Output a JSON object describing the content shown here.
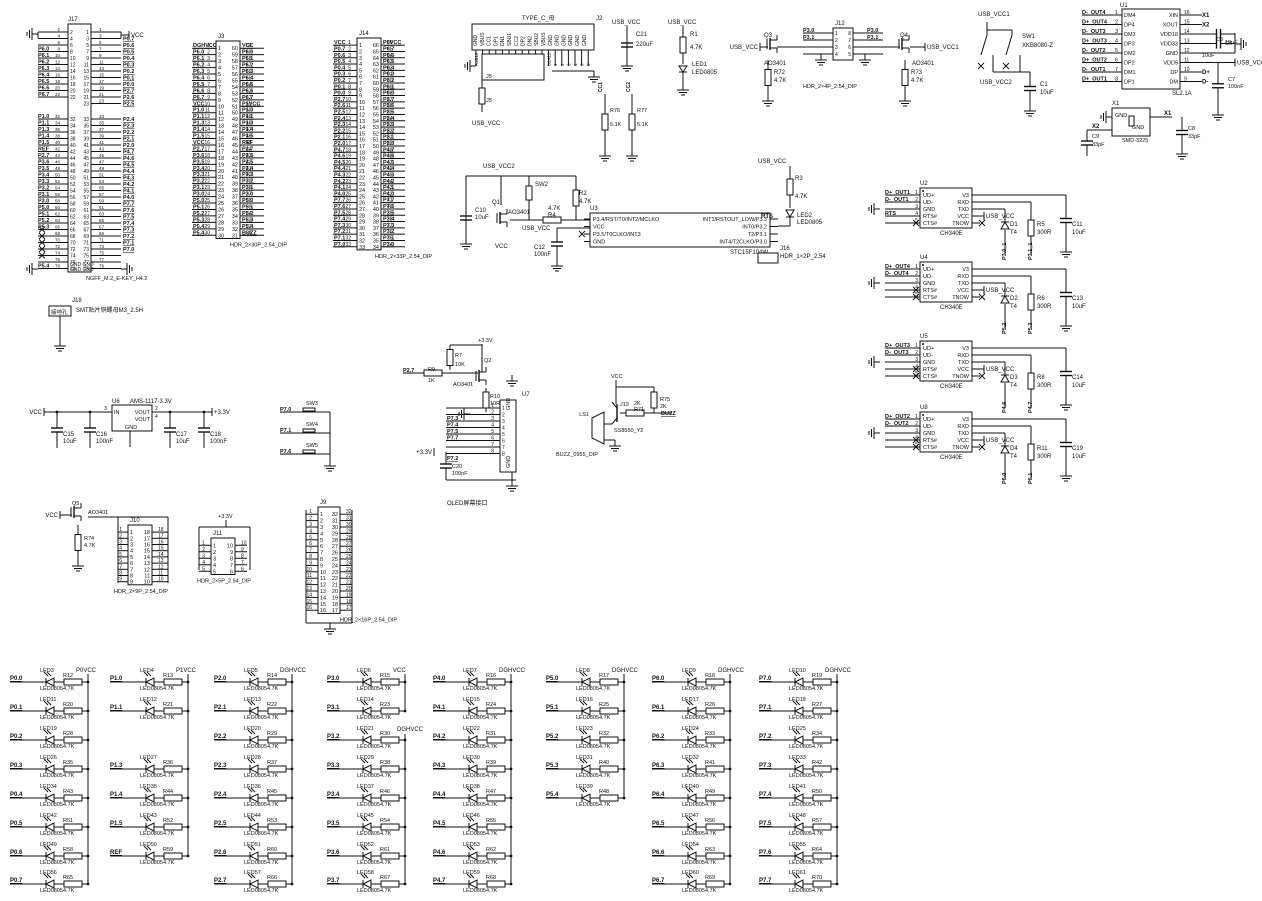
{
  "schematic": {
    "j17": {
      "ref": "J17",
      "footprint": "NGFF_M.2_E-KEY_H4.2",
      "left_nets": [
        "P6.0",
        "P6.1",
        "P6.2",
        "P6.3",
        "P6.4",
        "P6.5",
        "P6.6",
        "P6.7",
        "P1.0",
        "P1.1",
        "P1.3",
        "P1.4",
        "P1.5",
        "REF",
        "P2.7",
        "P3.6",
        "P3.5",
        "P3.4",
        "P3.3",
        "P3.2",
        "P3.1",
        "P3.0",
        "P5.0",
        "P5.1",
        "P5.2",
        "P5.3",
        "P5.4"
      ],
      "left_pins": [
        "2",
        "4",
        "6",
        "8",
        "10",
        "12",
        "14",
        "16",
        "18",
        "20",
        "22",
        "32",
        "34",
        "36",
        "38",
        "40",
        "42",
        "44",
        "46",
        "48",
        "50",
        "52",
        "54",
        "56",
        "58",
        "60",
        "62",
        "64",
        "66",
        "68",
        "70",
        "72",
        "74",
        "76",
        "78"
      ],
      "right_nets": [
        "VCC",
        "P0.7",
        "P0.6",
        "P0.5",
        "P0.4",
        "P0.3",
        "P0.2",
        "P0.1",
        "P0.0",
        "P2.7",
        "P2.6",
        "P2.5",
        "P2.4",
        "P2.3",
        "P2.2",
        "P2.1",
        "P2.0",
        "P4.7",
        "P4.6",
        "P4.5",
        "P4.4",
        "P4.3",
        "P4.2",
        "P4.1",
        "P4.0",
        "P7.7",
        "P7.6",
        "P7.5",
        "P7.4",
        "P7.3",
        "P7.2",
        "P7.1",
        "P7.0"
      ],
      "right_pins": [
        "1",
        "3",
        "5",
        "7",
        "9",
        "11",
        "13",
        "15",
        "17",
        "19",
        "21",
        "23",
        "33",
        "35",
        "37",
        "39",
        "41",
        "43",
        "45",
        "47",
        "49",
        "51",
        "53",
        "55",
        "57",
        "59",
        "61",
        "63",
        "65",
        "67",
        "69",
        "71",
        "73",
        "75",
        "77",
        "79"
      ],
      "gnd_label": "GND"
    },
    "j3": {
      "ref": "J3",
      "footprint": "HDR_2×30P_2.54_DIP",
      "left_nets": [
        "DGHVCC",
        "P6.0",
        "P6.1",
        "P6.2",
        "P6.3",
        "P6.4",
        "P6.5",
        "P6.6",
        "P6.7",
        "VCC",
        "P1.0",
        "P1.1",
        "P1.3",
        "P1.4",
        "P1.5",
        "VCC",
        "P2.7",
        "P3.6",
        "P3.5",
        "P3.4",
        "P3.3",
        "P3.2",
        "P3.1",
        "P3.0",
        "P5.0",
        "P5.1",
        "P5.2",
        "P5.3",
        "P5.4",
        "P5.4"
      ],
      "right_nets": [
        "VCC",
        "P6.0",
        "P6.1",
        "P6.2",
        "P6.3",
        "P6.4",
        "P6.5",
        "P6.6",
        "P6.7",
        "P1VCC",
        "P1.0",
        "P1.1",
        "P1.3",
        "P1.4",
        "P1.5",
        "REF",
        "P2.7",
        "P3.6",
        "P3.5",
        "P3.4",
        "P3.3",
        "P3.2",
        "P3.1",
        "P3.0",
        "P5.0",
        "P5.1",
        "P5.2",
        "P5.3",
        "P5.4",
        "BUZZ"
      ]
    },
    "j14": {
      "ref": "J14",
      "footprint": "HDR_2×33P_2.54_DIP",
      "left_nets": [
        "VCC",
        "P0.7",
        "P0.6",
        "P0.5",
        "P0.4",
        "P0.3",
        "P0.2",
        "P0.1",
        "P0.0",
        "P2.7",
        "P2.6",
        "P2.5",
        "P2.4",
        "P2.3",
        "P2.2",
        "P2.1",
        "P2.0",
        "P4.7",
        "P4.6",
        "P4.5",
        "P4.4",
        "P4.3",
        "P4.2",
        "P4.1",
        "P4.0",
        "P7.7",
        "P7.6",
        "P7.5",
        "P7.4",
        "P7.3",
        "P7.2",
        "P7.1",
        "P7.0"
      ],
      "right_nets": [
        "P0VCC",
        "P0.7",
        "P0.6",
        "P0.5",
        "P0.4",
        "P0.3",
        "P0.2",
        "P0.1",
        "P0.0",
        "P2.7",
        "P2.6",
        "P2.5",
        "P2.4",
        "P2.3",
        "P2.2",
        "P2.1",
        "P2.0",
        "P4.7",
        "P4.6",
        "P4.5",
        "P4.4",
        "P4.3",
        "P4.2",
        "P4.1",
        "P4.0",
        "P7.7",
        "P7.6",
        "P7.5",
        "P7.4",
        "P7.3",
        "P7.2",
        "P7.1",
        "P7.0"
      ]
    },
    "usb_c": {
      "ref": "J2",
      "title": "TYPE_C_母",
      "pins_top": [
        "GND",
        "VBUS",
        "CC1",
        "DP1",
        "DN1",
        "SBU1",
        "CC2",
        "DP2",
        "DN2",
        "SBU2",
        "VBUS",
        "GND",
        "GND",
        "GND",
        "GND",
        "GND",
        "GND"
      ],
      "pins_bottom": [
        "A1B12",
        "A4B9",
        "A5",
        "A6",
        "A7",
        "A8",
        "B4A9",
        "B5",
        "B6",
        "B7",
        "B8",
        "B1A12",
        "1",
        "2",
        "3",
        "4",
        "5",
        "6"
      ],
      "j5": "J5",
      "usb_vcc": "USB_VCC",
      "cc1": "CC1",
      "cc2": "CC2",
      "r76": {
        "ref": "R76",
        "value": "5.1K"
      },
      "r77": {
        "ref": "R77",
        "value": "5.1K"
      }
    },
    "c21": {
      "ref": "C21",
      "value": "220uF",
      "net": "USB_VCC"
    },
    "led1_block": {
      "net": "USB_VCC",
      "r1": {
        "ref": "R1",
        "value": "4.7K"
      },
      "led": {
        "ref": "LED1",
        "value": "LED0805"
      }
    },
    "j12_block": {
      "left_vcc": "USB_VCC",
      "right_vcc": "USB_VCC1",
      "q3": {
        "ref": "Q3",
        "value": "AO3401"
      },
      "q4": {
        "ref": "Q4",
        "value": "AO3401"
      },
      "r72": {
        "ref": "R72",
        "value": "4.7K"
      },
      "r73": {
        "ref": "R73",
        "value": "4.7K"
      },
      "j12": {
        "ref": "J12",
        "footprint": "HDR_2×4P_2.54_DIP",
        "left_nets": [
          "P3.0",
          "P3.1"
        ],
        "right_nets": [
          "P3.0",
          "P3.1"
        ]
      }
    },
    "sw1_block": {
      "vcc1": "USB_VCC1",
      "vcc2": "USB_VCC2",
      "sw": {
        "ref": "SW1",
        "value": "XKB8080-Z"
      },
      "c1": {
        "ref": "C1",
        "value": "10uF"
      }
    },
    "u1": {
      "ref": "U1",
      "part": "SL2.1A",
      "left_nets": [
        "D-_OUT4",
        "D+_OUT4",
        "D-_OUT3",
        "D+_OUT3",
        "D-_OUT2",
        "D+_OUT2",
        "D-_OUT1",
        "D+_OUT1"
      ],
      "left_pins": [
        "DM4",
        "DP4",
        "DM3",
        "DP3",
        "DM2",
        "DP2",
        "DM1",
        "DP1"
      ],
      "right_pins": [
        "XIN",
        "XOUT",
        "VDD18",
        "VDD33",
        "GND",
        "VDD5",
        "DP",
        "DM"
      ],
      "right_nums": [
        "16",
        "15",
        "14",
        "13",
        "12",
        "11",
        "10",
        "9"
      ],
      "right_nets": [
        "X1",
        "X2",
        "",
        "",
        "",
        "USB_VCC",
        "D+",
        "D-"
      ],
      "c5": {
        "ref": "C5",
        "value": "10uF"
      },
      "c6": {
        "ref": "C6",
        "value": "10uF"
      },
      "c7": {
        "ref": "C7",
        "value": "100nF"
      }
    },
    "x1": {
      "ref": "X1",
      "part": "SMD-3225",
      "pin_labels": [
        "GND",
        "GND"
      ],
      "nets": [
        "X1",
        "X2"
      ],
      "c8": {
        "ref": "C8",
        "value": "33pF"
      },
      "c9": {
        "ref": "C9",
        "value": "33pF"
      }
    },
    "u3_block": {
      "vcc2": "USB_VCC2",
      "usb_vcc": "USB_VCC",
      "vcc": "VCC",
      "q1": {
        "ref": "Q1",
        "value": "AO3401"
      },
      "sw2": {
        "ref": "SW2"
      },
      "r2": {
        "ref": "R2",
        "value": "4.7K"
      },
      "r4": {
        "ref": "R4",
        "value": "4.7K"
      },
      "c10": {
        "ref": "C10",
        "value": "10uF"
      },
      "c12": {
        "ref": "C12",
        "value": "100nF"
      },
      "u3": {
        "ref": "U3",
        "part": "STC15F104W",
        "left_pins": [
          "P3.4/RST/T0/INT2/MCLKO",
          "VCC",
          "P3.5/T0CLKO/INT3",
          "GND"
        ],
        "right_pins": [
          "INT1/RSTOUT_LOW/P3.3",
          "INT0/P3.2",
          "T2/P3.1",
          "INT4/T2CLKO/P3.0"
        ]
      },
      "r3": {
        "ref": "R3",
        "value": "4.7K"
      },
      "led2": {
        "ref": "LED2",
        "value": "LED0805"
      },
      "rts": "RTS",
      "j16": {
        "ref": "J16",
        "footprint": "HDR_1×2P_2.54"
      }
    },
    "ch340": [
      {
        "ref": "U2",
        "dp": "D+_OUT1",
        "dm": "D-_OUT1",
        "gnd_net": "RTS",
        "d": {
          "ref": "D1",
          "value": "T4"
        },
        "r": {
          "ref": "R5",
          "value": "300R"
        },
        "c": {
          "ref": "C11",
          "value": "10uF"
        },
        "nets": [
          "P3.0_1",
          "P3.1_1"
        ]
      },
      {
        "ref": "U4",
        "dp": "D+_OUT4",
        "dm": "D-_OUT4",
        "gnd_net": "",
        "d": {
          "ref": "D2",
          "value": "T4"
        },
        "r": {
          "ref": "R6",
          "value": "300R"
        },
        "c": {
          "ref": "C13",
          "value": "10uF"
        },
        "nets": [
          "P5.2",
          "P5.3"
        ]
      },
      {
        "ref": "U5",
        "dp": "D+_OUT3",
        "dm": "D-_OUT3",
        "gnd_net": "",
        "d": {
          "ref": "D3",
          "value": "T4"
        },
        "r": {
          "ref": "R8",
          "value": "300R"
        },
        "c": {
          "ref": "C14",
          "value": "10uF"
        },
        "nets": [
          "P4.6",
          "P4.7"
        ]
      },
      {
        "ref": "U8",
        "dp": "D+_OUT2",
        "dm": "D-_OUT2",
        "gnd_net": "",
        "d": {
          "ref": "D4",
          "value": "T4"
        },
        "r": {
          "ref": "R11",
          "value": "300R"
        },
        "c": {
          "ref": "C19",
          "value": "10uF"
        },
        "nets": [
          "P6.0",
          "P6.1"
        ]
      }
    ],
    "ch340_common": {
      "part": "CH340E",
      "left_pins": [
        "UD+",
        "UD-",
        "GND",
        "RTS#",
        "CTS#"
      ],
      "right_pins": [
        "V3",
        "RXD",
        "TXD",
        "VCC",
        "TNOW"
      ],
      "usb_vcc": "USB_VCC"
    },
    "j18": {
      "ref": "J18",
      "label": "接地孔",
      "desc": "SMT贴片铜螺母M3_2.5H"
    },
    "ldo": {
      "vin": "VCC",
      "u6": {
        "ref": "U6",
        "part": "AMS-1117-3.3V",
        "pins": [
          "IN",
          "VOUT",
          "VOUT",
          "GND"
        ]
      },
      "vout": "+3.3V",
      "caps": [
        {
          "ref": "C15",
          "value": "10uF"
        },
        {
          "ref": "C16",
          "value": "100nF"
        },
        {
          "ref": "C17",
          "value": "10uF"
        },
        {
          "ref": "C18",
          "value": "100nF"
        }
      ]
    },
    "switches": [
      {
        "ref": "SW3",
        "net": "P7.0"
      },
      {
        "ref": "SW4",
        "net": "P7.1"
      },
      {
        "ref": "SW5",
        "net": "P7.6"
      }
    ],
    "oled": {
      "title": "OLED屏幕接口",
      "ref": "U7",
      "vcc": "+3.3V",
      "net_in": "P2.7",
      "r9": {
        "ref": "R9",
        "value": "1K"
      },
      "r7": {
        "ref": "R7",
        "value": "10K"
      },
      "q2": {
        "ref": "Q2",
        "value": "AO3401"
      },
      "r10": {
        "ref": "R10",
        "value": "10R"
      },
      "c20": {
        "ref": "C20",
        "value": "100nF"
      },
      "nets": [
        "P7.3",
        "P7.4",
        "P7.5",
        "P7.7",
        "P7.2"
      ],
      "gnd": "GND"
    },
    "buzzer": {
      "vcc": "VCC",
      "q": {
        "ref": "J13",
        "value": "SS8550_Y2"
      },
      "r71": {
        "ref": "R71",
        "value": "2K"
      },
      "r75": {
        "ref": "R75",
        "value": "2K"
      },
      "net": "BUZZ",
      "ls": {
        "ref": "LS1",
        "value": "BUZZ_0955_DIP"
      }
    },
    "j10_block": {
      "vcc": "VCC",
      "q5": {
        "ref": "Q5",
        "value": "AO3401"
      },
      "r74": {
        "ref": "R74",
        "value": "4.7K"
      },
      "j10": {
        "ref": "J10",
        "footprint": "HDR_2×9P_2.54_DIP"
      }
    },
    "j11": {
      "ref": "J11",
      "vcc": "+3.3V",
      "footprint": "HDR_2×5P_2.54_DIP"
    },
    "j9": {
      "ref": "J9",
      "footprint": "HDR_2×16P_2.54_DIP"
    },
    "led_columns": [
      {
        "vcc": "P0VCC",
        "rows": [
          [
            "P0.0",
            "LED3",
            "R12"
          ],
          [
            "P0.1",
            "LED11",
            "R20"
          ],
          [
            "P0.2",
            "LED19",
            "R28"
          ],
          [
            "P0.3",
            "LED26",
            "R35"
          ],
          [
            "P0.4",
            "LED34",
            "R43"
          ],
          [
            "P0.5",
            "LED42",
            "R51"
          ],
          [
            "P0.6",
            "LED49",
            "R58"
          ],
          [
            "P0.7",
            "LED56",
            "R65"
          ]
        ]
      },
      {
        "vcc": "P1VCC",
        "rows": [
          [
            "P1.0",
            "LED4",
            "R13"
          ],
          [
            "P1.1",
            "LED12",
            "R21"
          ],
          null,
          [
            "P1.3",
            "LED27",
            "R36"
          ],
          [
            "P1.4",
            "LED35",
            "R44"
          ],
          [
            "P1.5",
            "LED43",
            "R52"
          ],
          [
            "REF",
            "LED50",
            "R59"
          ],
          null
        ]
      },
      {
        "vcc": "DGHVCC",
        "rows": [
          [
            "P2.0",
            "LED5",
            "R14"
          ],
          [
            "P2.1",
            "LED13",
            "R22"
          ],
          [
            "P2.2",
            "LED20",
            "R29"
          ],
          [
            "P2.3",
            "LED28",
            "R37"
          ],
          [
            "P2.4",
            "LED36",
            "R45"
          ],
          [
            "P2.5",
            "LED44",
            "R53"
          ],
          [
            "P2.6",
            "LED51",
            "R60"
          ],
          [
            "P2.7",
            "LED57",
            "R66"
          ]
        ]
      },
      {
        "vcc": "VCC",
        "vcc2": "DGHVCC",
        "rows": [
          [
            "P3.0",
            "LED6",
            "R15"
          ],
          [
            "P3.1",
            "LED14",
            "R23"
          ],
          [
            "P3.2",
            "LED21",
            "R30"
          ],
          [
            "P3.3",
            "LED29",
            "R38"
          ],
          [
            "P3.4",
            "LED37",
            "R46"
          ],
          [
            "P3.5",
            "LED45",
            "R54"
          ],
          [
            "P3.6",
            "LED52",
            "R61"
          ],
          [
            "P3.7",
            "LED58",
            "R67"
          ]
        ]
      },
      {
        "vcc": "DGHVCC",
        "rows": [
          [
            "P4.0",
            "LED7",
            "R16"
          ],
          [
            "P4.1",
            "LED15",
            "R24"
          ],
          [
            "P4.2",
            "LED22",
            "R31"
          ],
          [
            "P4.3",
            "LED30",
            "R39"
          ],
          [
            "P4.4",
            "LED38",
            "R47"
          ],
          [
            "P4.5",
            "LED46",
            "R55"
          ],
          [
            "P4.6",
            "LED53",
            "R62"
          ],
          [
            "P4.7",
            "LED59",
            "R68"
          ]
        ]
      },
      {
        "vcc": "DGHVCC",
        "rows": [
          [
            "P5.0",
            "LED8",
            "R17"
          ],
          [
            "P5.1",
            "LED16",
            "R25"
          ],
          [
            "P5.2",
            "LED23",
            "R32"
          ],
          [
            "P5.3",
            "LED31",
            "R40"
          ],
          [
            "P5.4",
            "LED39",
            "R48"
          ],
          null,
          null,
          null
        ]
      },
      {
        "vcc": "DGHVCC",
        "rows": [
          [
            "P6.0",
            "LED9",
            "R18"
          ],
          [
            "P6.1",
            "LED17",
            "R26"
          ],
          [
            "P6.2",
            "LED24",
            "R33"
          ],
          [
            "P6.3",
            "LED32",
            "R41"
          ],
          [
            "P6.4",
            "LED40",
            "R49"
          ],
          [
            "P6.5",
            "LED47",
            "R56"
          ],
          [
            "P6.6",
            "LED54",
            "R63"
          ],
          [
            "P6.7",
            "LED60",
            "R69"
          ]
        ]
      },
      {
        "vcc": "DGHVCC",
        "rows": [
          [
            "P7.0",
            "LED10",
            "R19"
          ],
          [
            "P7.1",
            "LED18",
            "R27"
          ],
          [
            "P7.2",
            "LED25",
            "R34"
          ],
          [
            "P7.3",
            "LED33",
            "R42"
          ],
          [
            "P7.4",
            "LED41",
            "R50"
          ],
          [
            "P7.5",
            "LED48",
            "R57"
          ],
          [
            "P7.6",
            "LED55",
            "R64"
          ],
          [
            "P7.7",
            "LED61",
            "R70"
          ]
        ]
      }
    ],
    "led_common": {
      "led_value": "LED0805",
      "r_value": "4.7K"
    }
  }
}
